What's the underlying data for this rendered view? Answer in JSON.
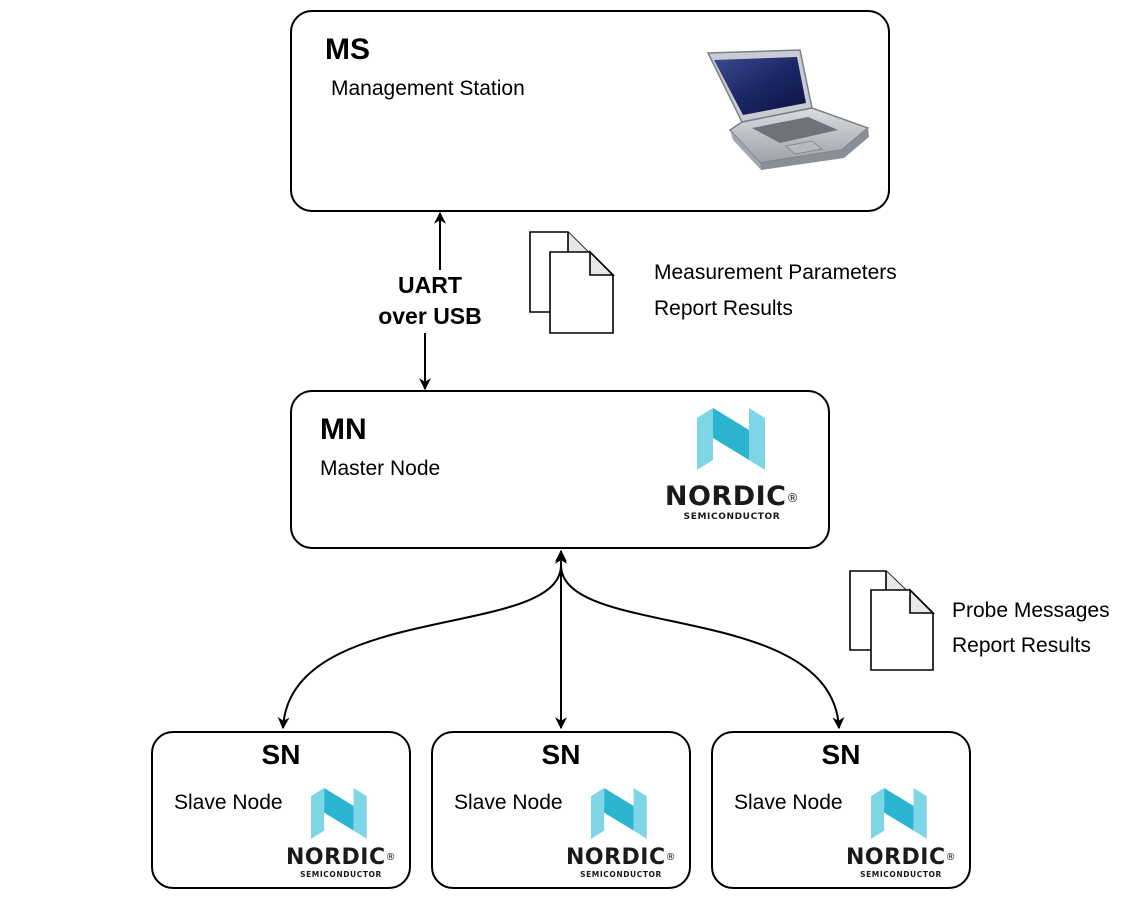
{
  "ms": {
    "title": "MS",
    "subtitle": "Management Station"
  },
  "link": {
    "line1": "UART",
    "line2": "over USB"
  },
  "docs_top": {
    "line1": "Measurement Parameters",
    "line2": "Report Results"
  },
  "mn": {
    "title": "MN",
    "subtitle": "Master Node"
  },
  "docs_bottom": {
    "line1": "Probe Messages",
    "line2": "Report Results"
  },
  "slaves": [
    {
      "title": "SN",
      "subtitle": "Slave Node"
    },
    {
      "title": "SN",
      "subtitle": "Slave Node"
    },
    {
      "title": "SN",
      "subtitle": "Slave Node"
    }
  ],
  "logo": {
    "word": "NORDIC",
    "reg": "®",
    "sub": "SEMICONDUCTOR"
  },
  "colors": {
    "logo_light": "#7dd5e6",
    "logo_dark": "#2ab4cf",
    "logo_text": "#1a1a1a"
  }
}
